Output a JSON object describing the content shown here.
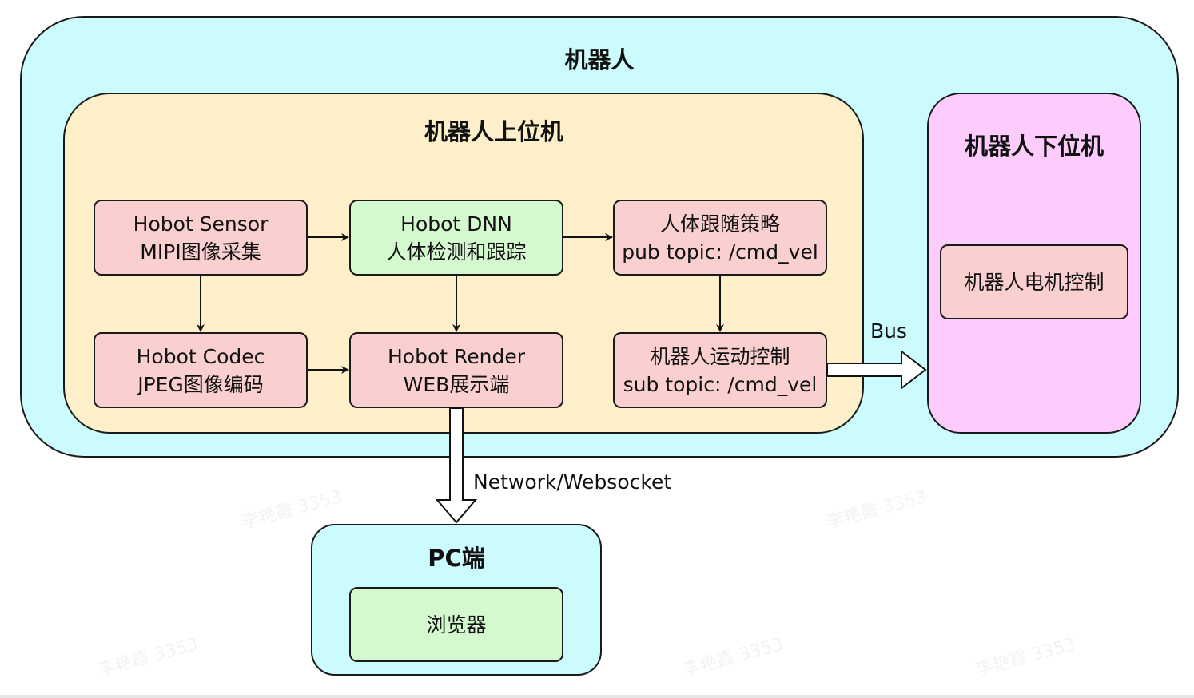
{
  "containers": {
    "robot": "机器人",
    "upper": "机器人上位机",
    "lower": "机器人下位机",
    "pc": "PC端"
  },
  "nodes": {
    "sensor": {
      "line1": "Hobot Sensor",
      "line2": "MIPI图像采集"
    },
    "dnn": {
      "line1": "Hobot DNN",
      "line2": "人体检测和跟踪"
    },
    "strategy": {
      "line1": "人体跟随策略",
      "line2": "pub topic: /cmd_vel"
    },
    "codec": {
      "line1": "Hobot Codec",
      "line2": "JPEG图像编码"
    },
    "render": {
      "line1": "Hobot Render",
      "line2": "WEB展示端"
    },
    "motion": {
      "line1": "机器人运动控制",
      "line2": "sub topic: /cmd_vel"
    },
    "motor": {
      "line1": "机器人电机控制"
    },
    "browser": {
      "line1": "浏览器"
    }
  },
  "edge_labels": {
    "bus": "Bus",
    "network": "Network/Websocket"
  },
  "watermark": "李艳霞 3353",
  "colors": {
    "robot_fill": "#ccfbfd",
    "upper_fill": "#fdefc9",
    "lower_fill": "#fdccfd",
    "pc_fill": "#ccfbfd",
    "pink_node": "#f9cfcf",
    "green_node": "#d5f9cf"
  }
}
